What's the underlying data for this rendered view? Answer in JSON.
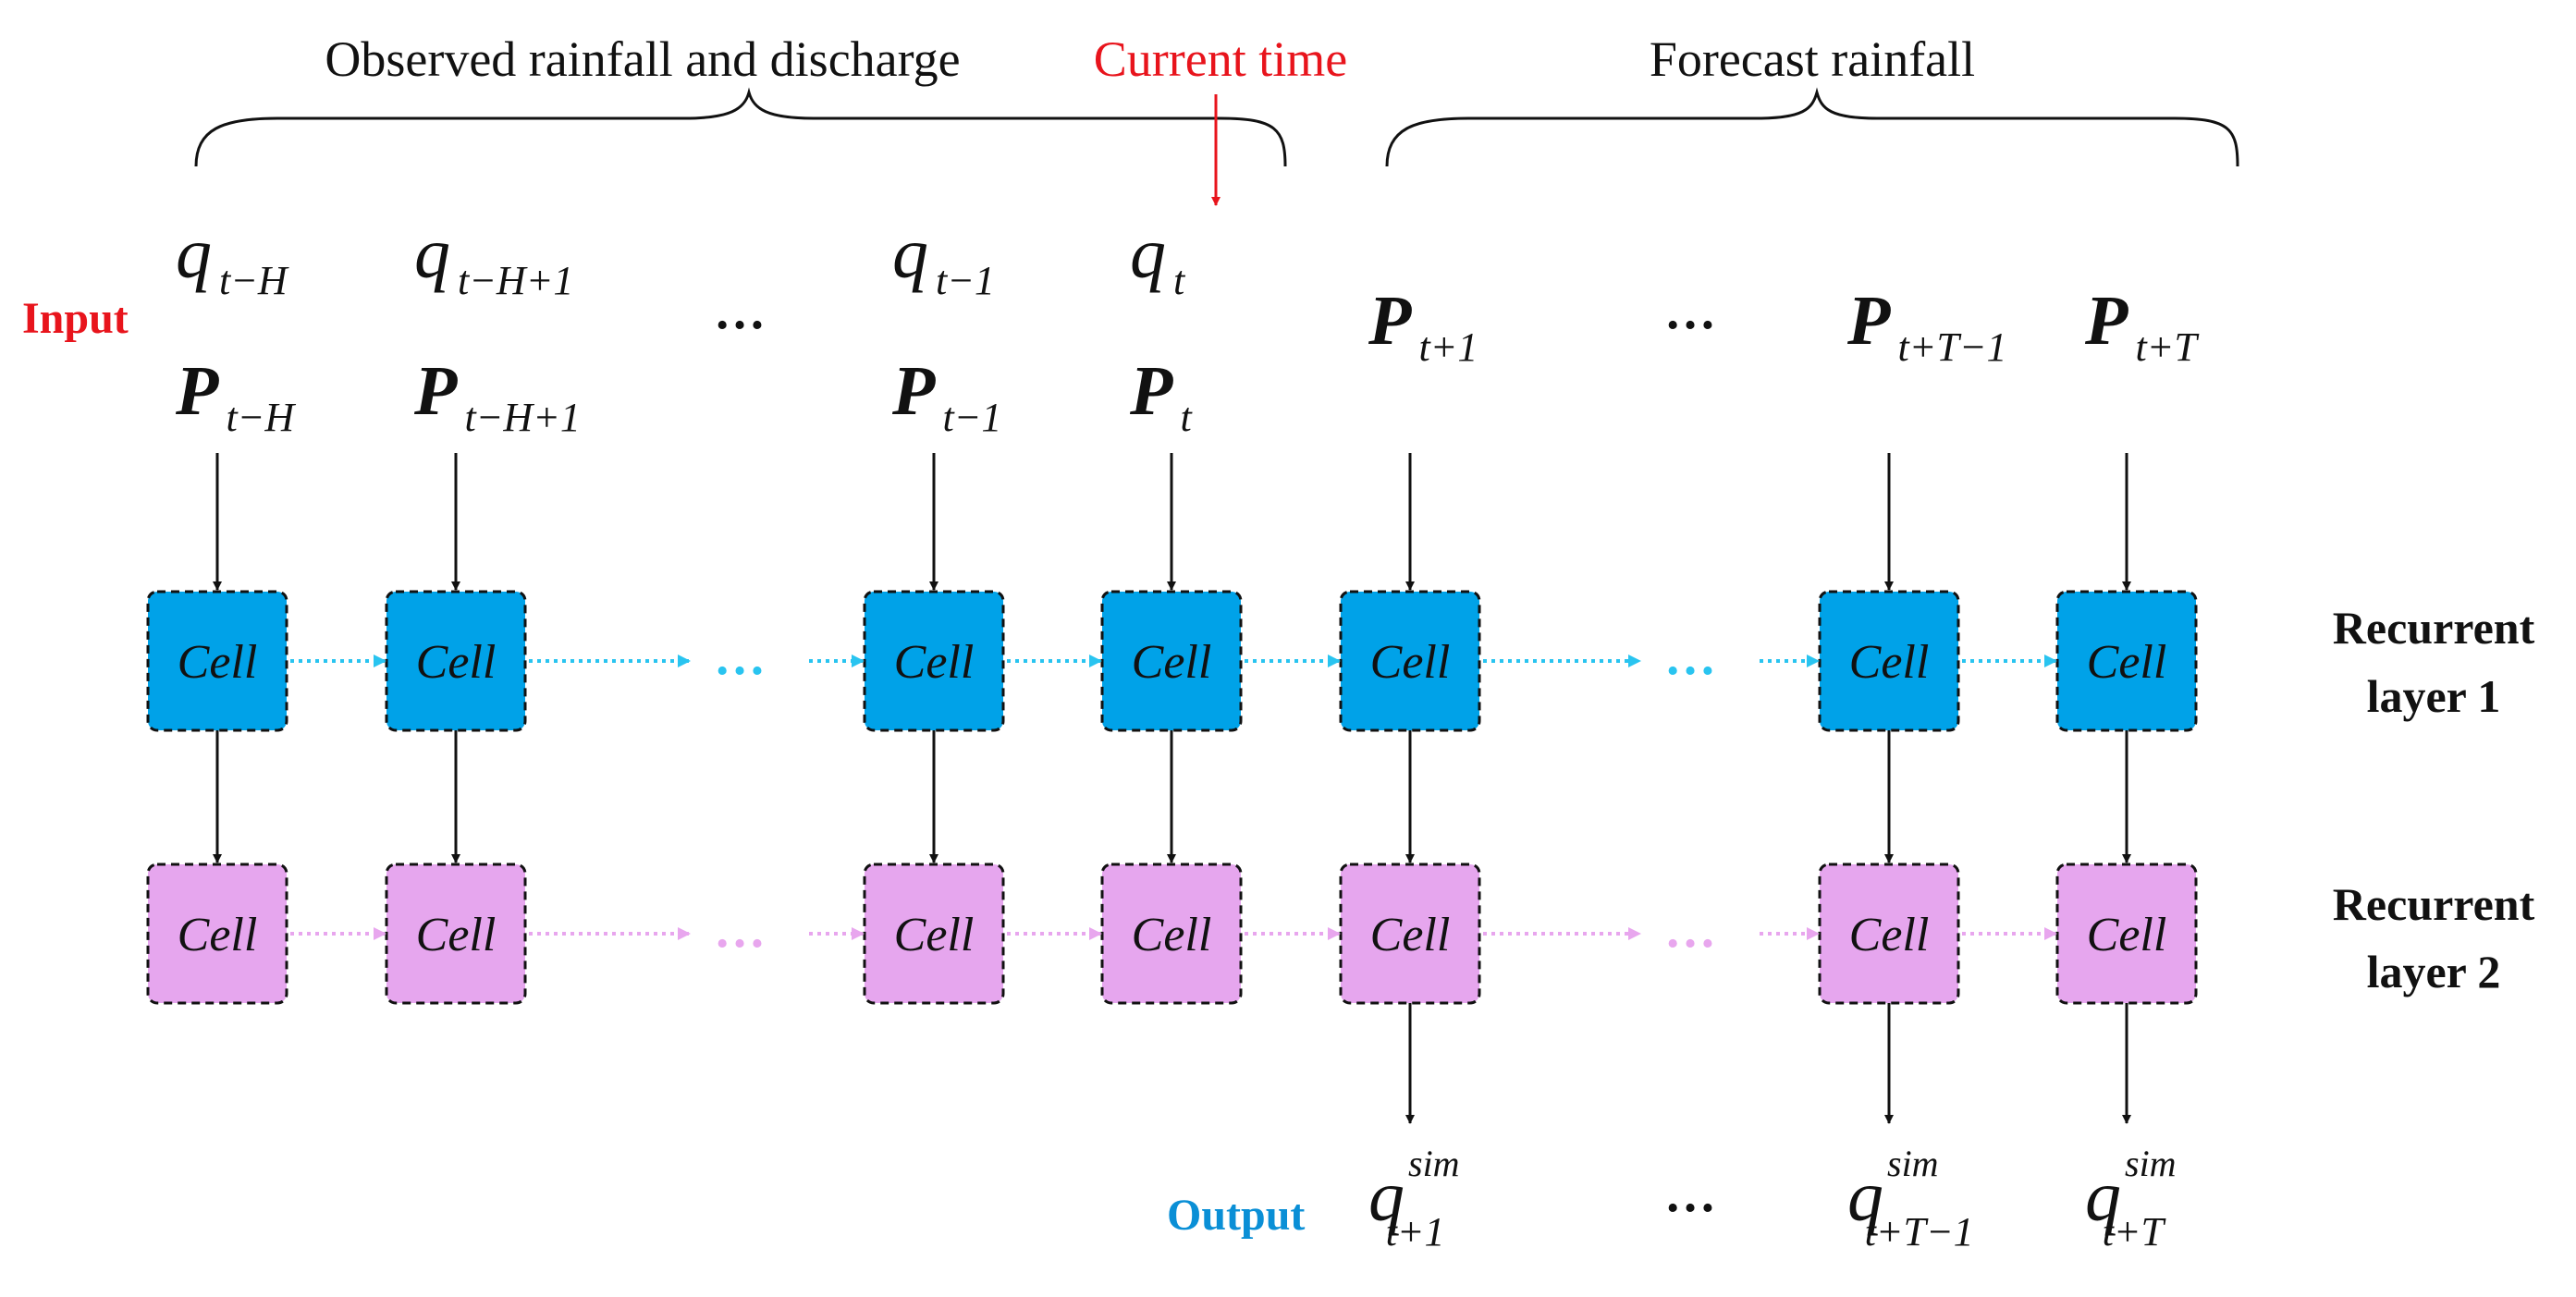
{
  "header": {
    "observed_label": "Observed rainfall  and discharge",
    "current_time_label": "Current time",
    "forecast_label": "Forecast rainfall"
  },
  "labels": {
    "input": "Input",
    "output": "Output",
    "layer1_line1": "Recurrent",
    "layer1_line2": "layer 1",
    "layer2_line1": "Recurrent",
    "layer2_line2": "layer 2"
  },
  "ellipsis": "…",
  "cell_label": "Cell",
  "inputs_q": {
    "symbol": "q",
    "subs": [
      "t−H",
      "t−H+1",
      "t−1",
      "t"
    ]
  },
  "inputs_p": {
    "symbol": "P",
    "subs": [
      "t−H",
      "t−H+1",
      "t−1",
      "t",
      "t+1",
      "t+T−1",
      "t+T"
    ]
  },
  "outputs_q": {
    "symbol": "q",
    "superscript": "sim",
    "subs": [
      "t+1",
      "t+T−1",
      "t+T"
    ]
  },
  "colors": {
    "layer1_fill": "#00a2e8",
    "layer1_arrow": "#29c4f0",
    "layer2_fill": "#e6a6ee",
    "layer2_arrow": "#e8a6ee",
    "input_label": "#e8141c",
    "current_time": "#e8141c",
    "output_label": "#0a8fd6",
    "line": "#111111"
  }
}
